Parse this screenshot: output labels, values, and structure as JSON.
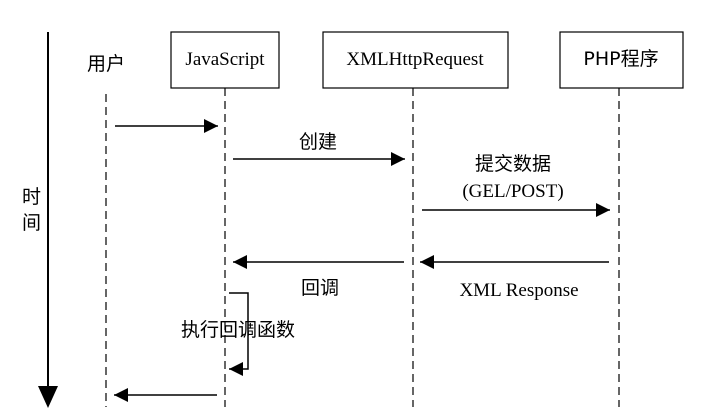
{
  "time_axis": {
    "label_line1": "时",
    "label_line2": "间"
  },
  "participants": [
    {
      "id": "user",
      "label": "用户",
      "boxed": false
    },
    {
      "id": "js",
      "label": "JavaScript",
      "boxed": true
    },
    {
      "id": "xhr",
      "label": "XMLHttpRequest",
      "boxed": true
    },
    {
      "id": "php",
      "label": "PHP程序",
      "boxed": true
    }
  ],
  "messages": [
    {
      "id": "m1",
      "from": "user",
      "to": "js",
      "label": ""
    },
    {
      "id": "m2",
      "from": "js",
      "to": "xhr",
      "label": "创建"
    },
    {
      "id": "m3",
      "from": "xhr",
      "to": "php",
      "label_line1": "提交数据",
      "label_line2": "(GEL/POST)"
    },
    {
      "id": "m4",
      "from": "php",
      "to": "xhr",
      "label": "XML Response"
    },
    {
      "id": "m5",
      "from": "xhr",
      "to": "js",
      "label": "回调"
    },
    {
      "id": "m6",
      "from": "js",
      "to": "js",
      "label": "执行回调函数"
    },
    {
      "id": "m7",
      "from": "js",
      "to": "user",
      "label": ""
    }
  ]
}
